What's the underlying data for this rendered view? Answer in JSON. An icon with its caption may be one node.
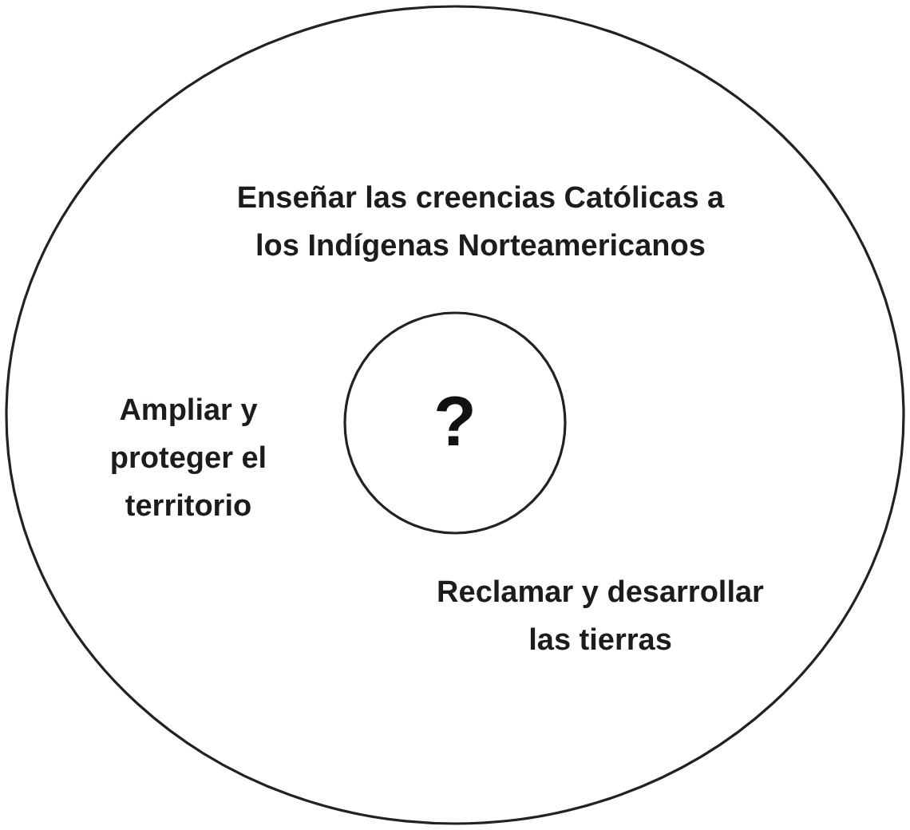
{
  "diagram": {
    "nodes": [
      {
        "text": [],
        "shape": "circle"
      },
      {
        "text": [
          "?"
        ],
        "in": 0
      }
    ],
    "labels": [
      "Enseñar las creencias Católicas a los Indígenas Norteamericanos",
      "Ampliar y proteger el territorio",
      "Reclamar y desarrollar las tierras"
    ]
  }
}
